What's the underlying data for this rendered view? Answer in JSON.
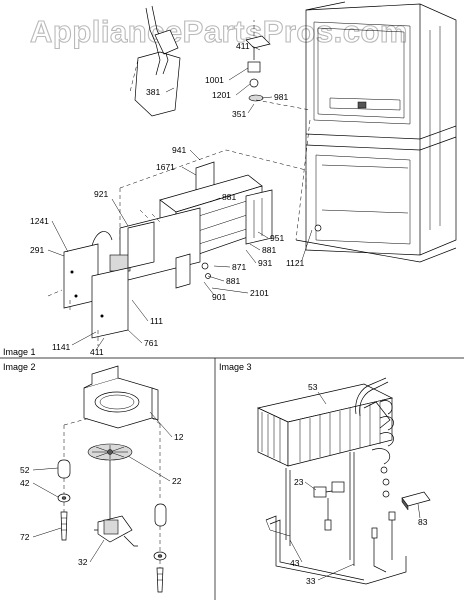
{
  "watermark": "AppliancePartsPros.com",
  "sections": {
    "image1": "Image 1",
    "image2": "Image 2",
    "image3": "Image 3"
  },
  "callouts": {
    "image1": [
      "411",
      "381",
      "1001",
      "1201",
      "981",
      "351",
      "941",
      "1671",
      "921",
      "881",
      "1241",
      "291",
      "951",
      "881",
      "931",
      "1121",
      "871",
      "881",
      "901",
      "2101",
      "111",
      "1141",
      "411",
      "761"
    ],
    "image2": [
      "12",
      "52",
      "22",
      "42",
      "72",
      "32"
    ],
    "image3": [
      "53",
      "23",
      "83",
      "43",
      "33"
    ]
  }
}
